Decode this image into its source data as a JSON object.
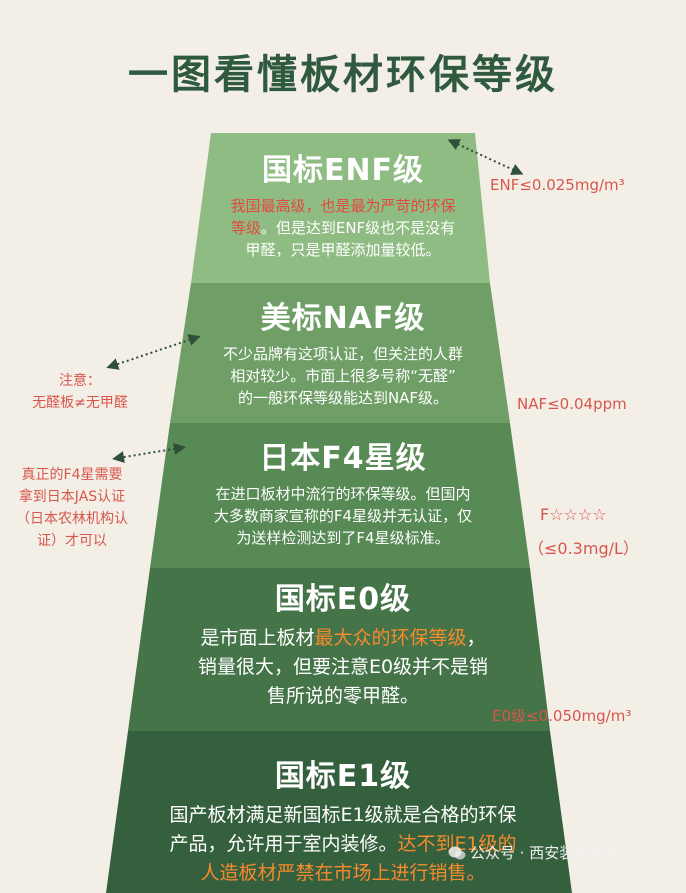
{
  "title": "一图看懂板材环保等级",
  "tiers": [
    {
      "title": "国标ENF级",
      "desc_parts": [
        "我国最高级，也是最为严苛的环保",
        "等级",
        "。但是达到ENF级也不是没有",
        "甲醛，只是甲醛添加量较低。"
      ],
      "color": "#8fbc82"
    },
    {
      "title": "美标NAF级",
      "desc_lines": [
        "不少品牌有这项认证，但关注的人群",
        "相对较少。市面上很多号称“无醛”",
        "的一般环保等级能达到NAF级。"
      ],
      "color": "#6f9f67"
    },
    {
      "title": "日本F4星级",
      "desc_lines": [
        "在进口板材中流行的环保等级。但国内",
        "大多数商家宣称的F4星级并无认证，仅",
        "为送样检测达到了F4星级标准。"
      ],
      "color": "#578a55"
    },
    {
      "title": "国标E0级",
      "desc_parts": [
        "是市面上板材",
        "最大众的环保等级",
        "，",
        "销量很大，但要注意E0级并不是销",
        "售所说的零甲醛。"
      ],
      "color": "#447448"
    },
    {
      "title": "国标E1级",
      "desc_parts": [
        "国产板材满足新国标E1级就是合格的环保",
        "产品，允许用于室内装修。",
        "达不到E1级的",
        "人造板材严禁在市场上进行销售。"
      ],
      "color": "#35603d"
    }
  ],
  "standards": {
    "enf": "ENF≤0.025mg/m³",
    "naf": "NAF≤0.04ppm",
    "f4_stars": "F☆☆☆☆",
    "f4_value": "（≤0.3mg/L）",
    "e0": "E0级≤0.050mg/m³"
  },
  "annotations": {
    "naf_note": [
      "注意：",
      "无醛板≠无甲醛"
    ],
    "f4_note": [
      "真正的F4星需要",
      "拿到日本JAS认证",
      "（日本农林机构认",
      "证）才可以"
    ]
  },
  "watermark": "公众号 · 西安装修课堂",
  "colors": {
    "title": "#2f5a3f",
    "background": "#f3efe7",
    "annotation_red": "#d8574c",
    "highlight_red": "#e4493f",
    "highlight_orange": "#f58a2e"
  }
}
